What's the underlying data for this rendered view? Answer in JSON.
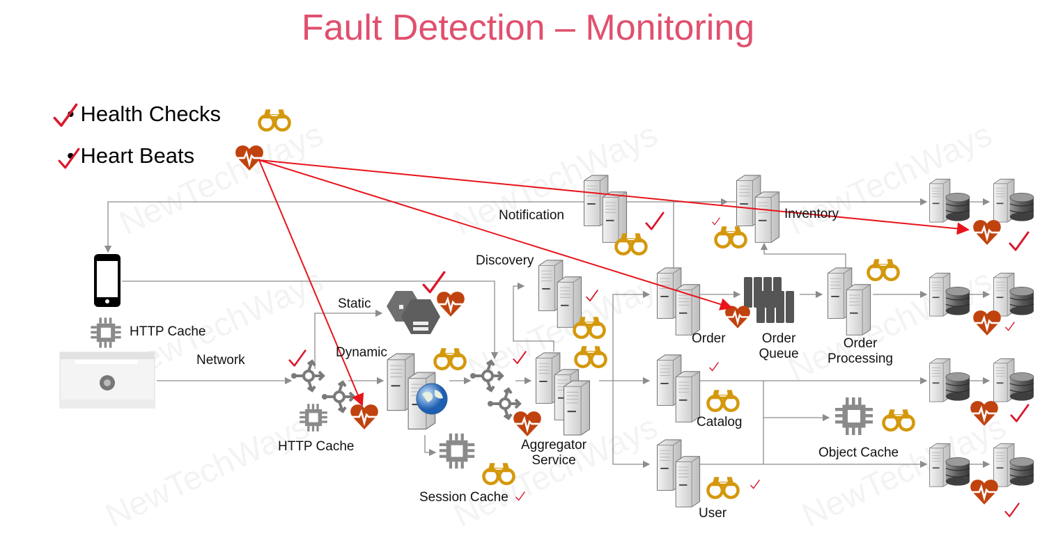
{
  "title": "Fault Detection – Monitoring",
  "bullets": [
    {
      "label": "Health Checks",
      "icon": "binoculars-icon",
      "checked": true
    },
    {
      "label": "Heart Beats",
      "icon": "heartbeat-icon",
      "checked": true
    }
  ],
  "watermark": "NewTechWays",
  "labels": {
    "client_http_cache": "HTTP Cache",
    "network": "Network",
    "lb_http_cache": "HTTP Cache",
    "static": "Static",
    "dynamic": "Dynamic",
    "session_cache": "Session Cache",
    "discovery": "Discovery",
    "notification": "Notification",
    "aggregator_1": "Aggregator",
    "aggregator_2": "Service",
    "inventory": "Inventory",
    "order": "Order",
    "order_queue_1": "Order",
    "order_queue_2": "Queue",
    "order_processing_1": "Order",
    "order_processing_2": "Processing",
    "catalog": "Catalog",
    "object_cache": "Object Cache",
    "user": "User"
  },
  "colors": {
    "title": "#e0506e",
    "check": "#d9182d",
    "arrow_red": "#e8141a",
    "binoculars": "#d4980c",
    "heart": "#c0430f",
    "line": "#8c8c8c",
    "icon_gray": "#8a8a8a"
  }
}
